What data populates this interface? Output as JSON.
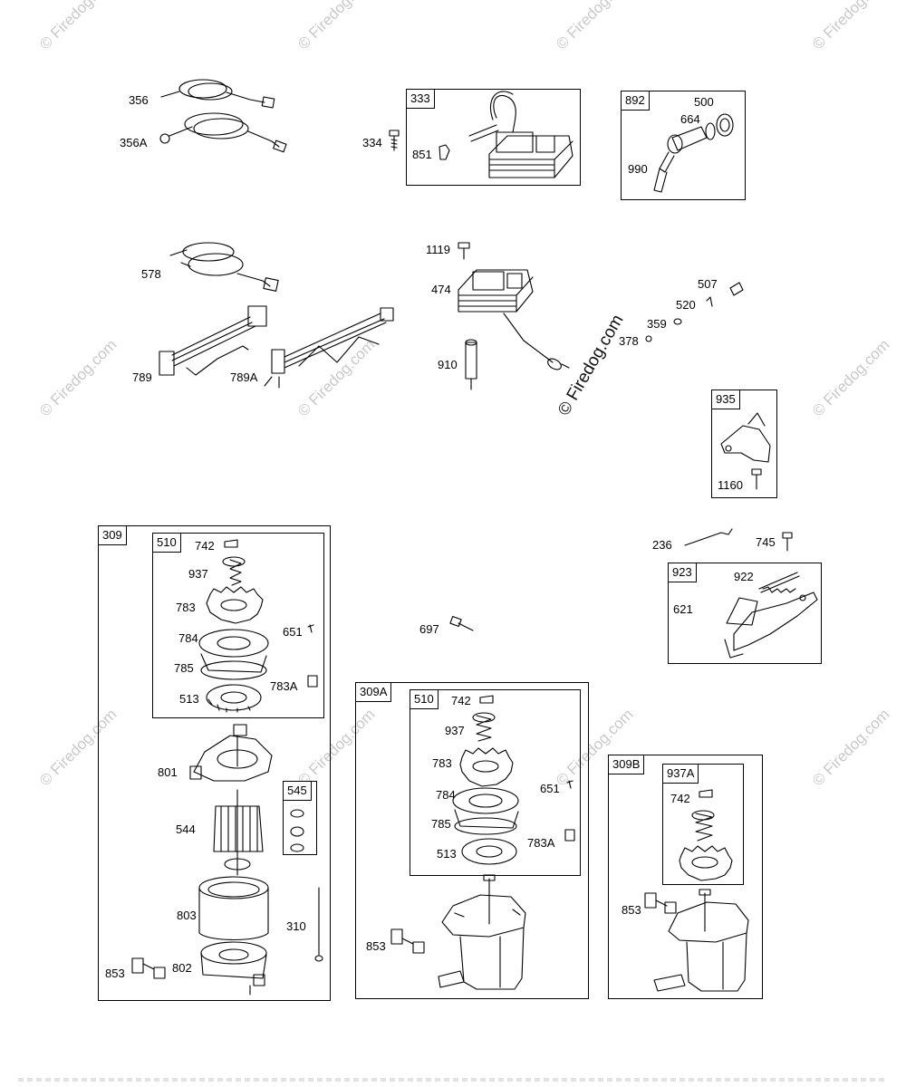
{
  "watermark": {
    "text": "© Firedog.com",
    "main_text": "© Firedog.com"
  },
  "labels": {
    "356": "356",
    "356A": "356A",
    "334": "334",
    "851": "851",
    "333": "333",
    "892": "892",
    "500": "500",
    "664": "664",
    "990": "990",
    "578": "578",
    "789": "789",
    "789A": "789A",
    "1119": "1119",
    "474": "474",
    "910": "910",
    "507": "507",
    "520": "520",
    "359": "359",
    "378": "378",
    "935": "935",
    "1160": "1160",
    "309": "309",
    "510a": "510",
    "742a": "742",
    "937a": "937",
    "783a": "783",
    "784a": "784",
    "651a": "651",
    "785a": "785",
    "783Aa": "783A",
    "513a": "513",
    "801": "801",
    "545": "545",
    "544": "544",
    "803": "803",
    "310": "310",
    "802": "802",
    "853a": "853",
    "697": "697",
    "236": "236",
    "745": "745",
    "923": "923",
    "922": "922",
    "621": "621",
    "309A": "309A",
    "510b": "510",
    "742b": "742",
    "937b": "937",
    "783b": "783",
    "651b": "651",
    "784b": "784",
    "785b": "785",
    "783Ab": "783A",
    "513b": "513",
    "853b": "853",
    "309B": "309B",
    "937A": "937A",
    "742c": "742",
    "853c": "853"
  }
}
